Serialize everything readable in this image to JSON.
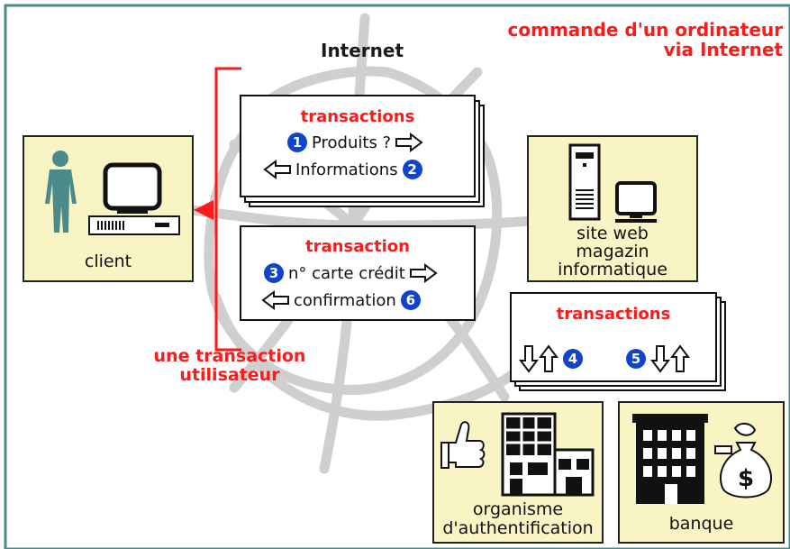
{
  "title": {
    "line1": "commande d'un ordinateur",
    "line2": "via Internet"
  },
  "internet_label": "Internet",
  "client": {
    "label": "client"
  },
  "transactions_top": {
    "title": "transactions",
    "row1_num": "1",
    "row1_text": "Produits ?",
    "row2_text": "Informations",
    "row2_num": "2"
  },
  "transaction_mid": {
    "title": "transaction",
    "row1_num": "3",
    "row1_text": "n° carte crédit",
    "row2_text": "confirmation",
    "row2_num": "6"
  },
  "site": {
    "line1": "site web",
    "line2": "magazin",
    "line3": "informatique"
  },
  "transactions_bank": {
    "title": "transactions",
    "num_left": "4",
    "num_right": "5"
  },
  "user_transaction": {
    "line1": "une transaction",
    "line2": "utilisateur"
  },
  "auth": {
    "line1": "organisme",
    "line2": "d'authentification"
  },
  "bank": {
    "label": "banque"
  },
  "colors": {
    "accent_red": "#ff1a1a",
    "box_fill": "#f8f4c4",
    "number_blue": "#1044cc",
    "web_gray": "#cfcfcf"
  }
}
